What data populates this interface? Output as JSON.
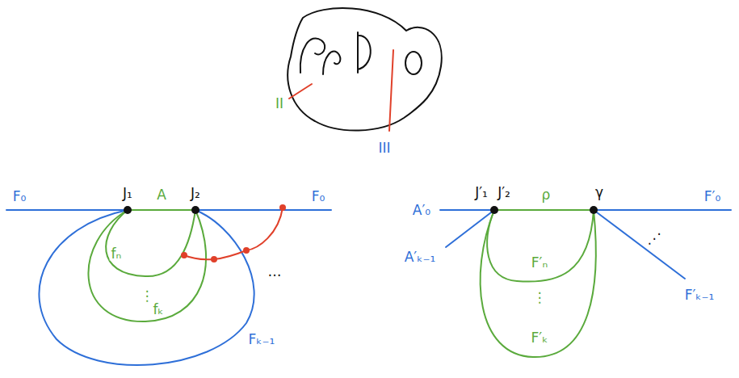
{
  "diagram": {
    "labels": [
      "II",
      "III",
      "F₀",
      "J₁",
      "A",
      "J₂",
      "F₀",
      "fₙ",
      "⋮",
      "fₖ",
      "Fₖ₋₁",
      "…",
      "A′₀",
      "J′₁",
      "J′₂",
      "ρ",
      "γ",
      "F′₀",
      "A′ₖ₋₁",
      "F′ₙ",
      "⋮",
      "F′ₖ",
      "F′ₖ₋₁",
      "⋰"
    ]
  }
}
